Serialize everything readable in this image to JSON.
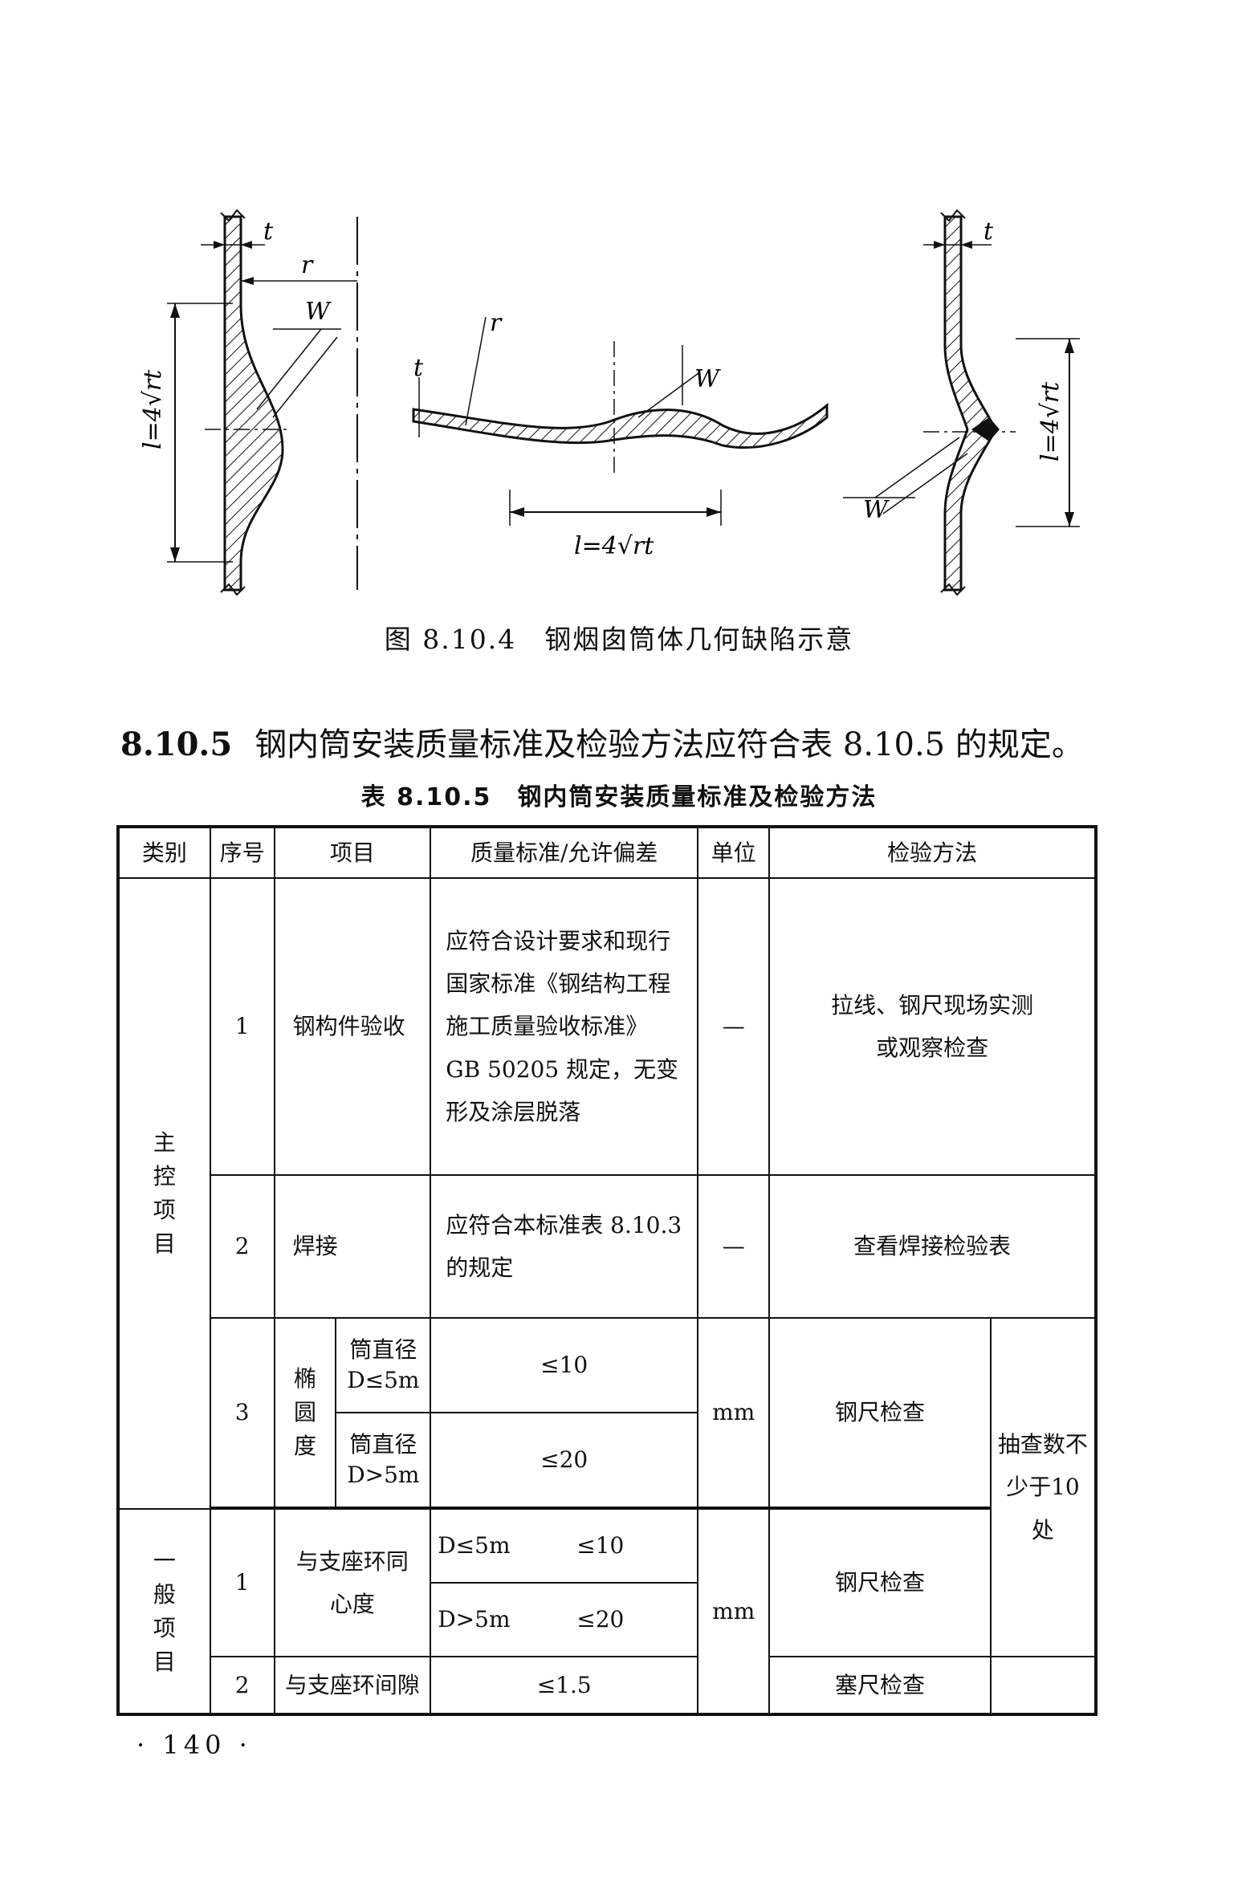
{
  "figure": {
    "caption": "图 8.10.4　钢烟囱筒体几何缺陷示意",
    "labels": {
      "t": "t",
      "r": "r",
      "W": "W",
      "l_vertical": "l=4√rt",
      "l_horizontal": "l=4√rt"
    }
  },
  "clause": {
    "number": "8.10.5",
    "text": "钢内筒安装质量标准及检验方法应符合表 8.10.5 的规定。"
  },
  "table": {
    "title": "表 8.10.5　钢内筒安装质量标准及检验方法",
    "headers": [
      "类别",
      "序号",
      "项目",
      "质量标准/允许偏差",
      "单位",
      "检验方法"
    ],
    "main_category": "主控项目",
    "general_category": "一般项目",
    "row1": {
      "seq": "1",
      "item": "钢构件验收",
      "standard": "应符合设计要求和现行国家标准《钢结构工程施工质量验收标准》GB 50205 规定，无变形及涂层脱落",
      "unit": "—",
      "method": "拉线、钢尺现场实测或观察检查"
    },
    "row2": {
      "seq": "2",
      "item": "焊接",
      "standard": "应符合本标准表 8.10.3 的规定",
      "unit": "—",
      "method": "查看焊接检验表"
    },
    "row3": {
      "seq": "3",
      "item": "椭圆度",
      "sub1": "筒直径 D≤5m",
      "sub2": "筒直径 D>5m",
      "val1": "≤10",
      "val2": "≤20",
      "unit": "mm",
      "method": "钢尺检查"
    },
    "sample_note": "抽查数不少于10 处",
    "g_row1": {
      "seq": "1",
      "item": "与支座环同心度",
      "sub1": "D≤5m",
      "sub2": "D>5m",
      "val1": "≤10",
      "val2": "≤20",
      "method": "钢尺检查"
    },
    "g_unit": "mm",
    "g_row2": {
      "seq": "2",
      "item": "与支座环间隙",
      "value": "≤1.5",
      "method": "塞尺检查"
    }
  },
  "page_number": "· 140 ·"
}
